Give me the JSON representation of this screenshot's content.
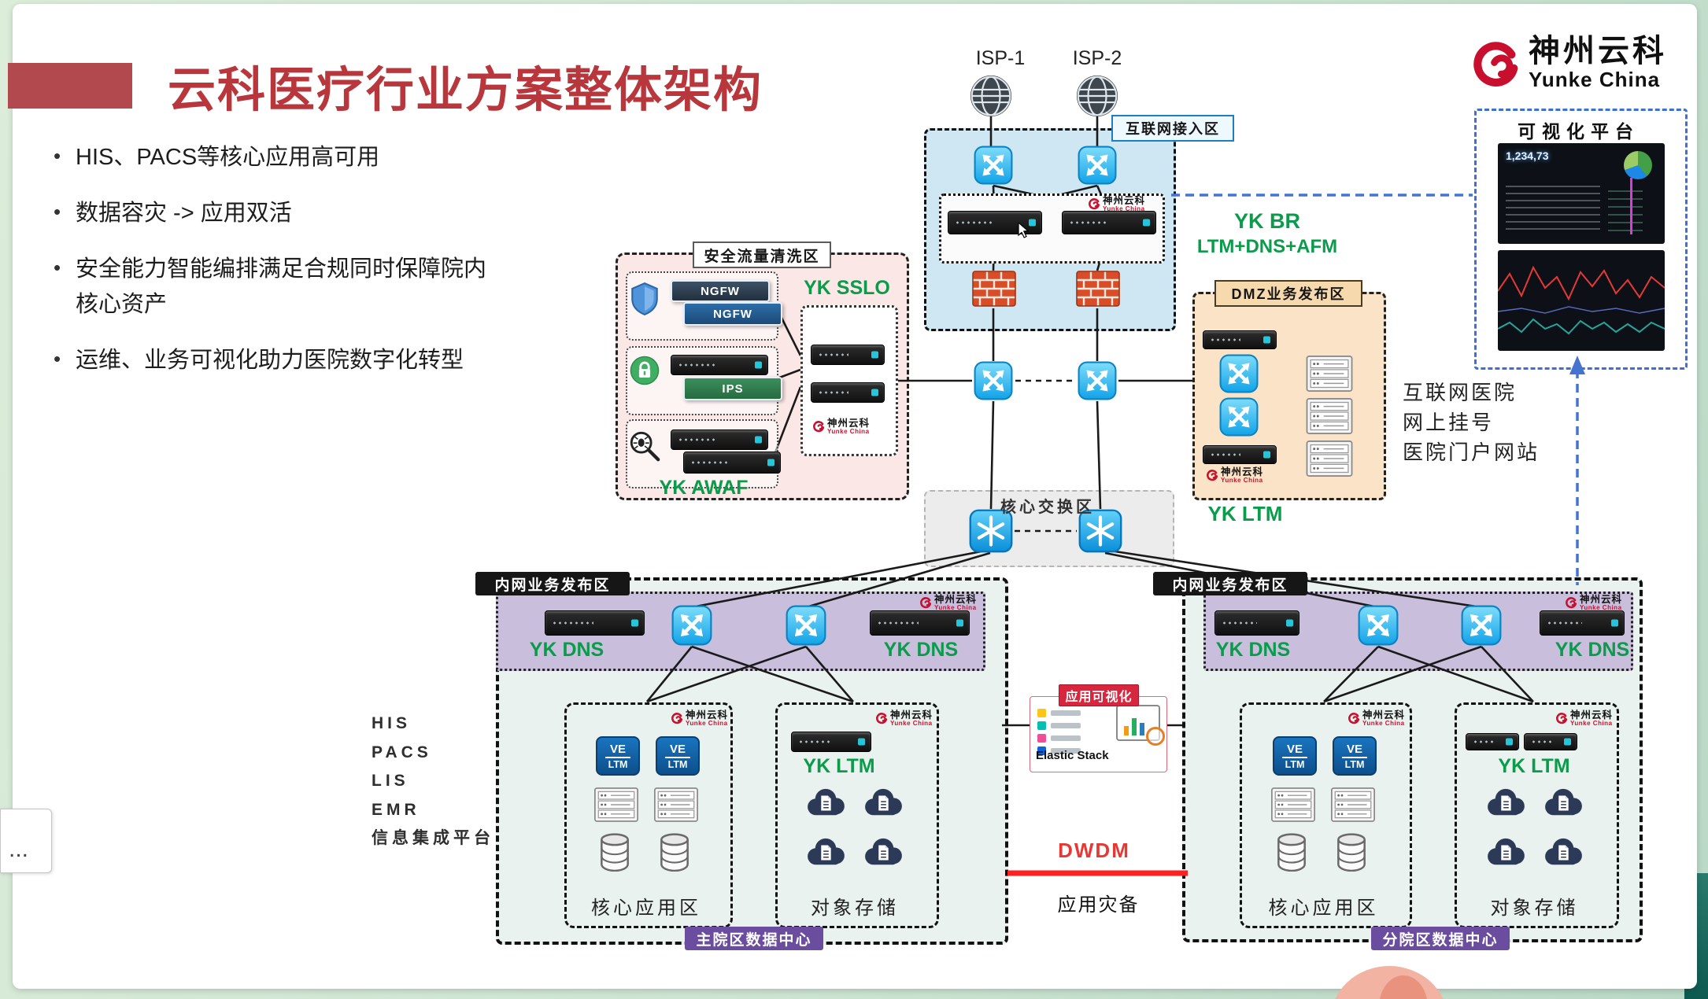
{
  "slide": {
    "title": "云科医疗行业方案整体架构"
  },
  "brand": {
    "cn": "神州云科",
    "en": "Yunke China"
  },
  "bullets": [
    "HIS、PACS等核心应用高可用",
    "数据容灾 -> 应用双活",
    "安全能力智能编排满足合规同时保障院内核心资产",
    "运维、业务可视化助力医院数字化转型"
  ],
  "isp": {
    "one": "ISP-1",
    "two": "ISP-2"
  },
  "zones": {
    "internet": "互联网接入区",
    "clean": "安全流量清洗区",
    "dmz": "DMZ业务发布区",
    "core": "核心交换区",
    "intranet": "内网业务发布区",
    "dc_main": "主院区数据中心",
    "dc_branch": "分院区数据中心",
    "core_app": "核心应用区",
    "object_storage": "对象存储",
    "visual": "可视化平台"
  },
  "products": {
    "yk_br": "YK BR",
    "yk_br_sub": "LTM+DNS+AFM",
    "yk_sslo": "YK SSLO",
    "yk_awaf": "YK AWAF",
    "yk_ltm": "YK LTM",
    "yk_dns": "YK DNS",
    "ngfw": "NGFW",
    "ips": "IPS",
    "ve": "VE",
    "ltm": "LTM"
  },
  "dmz_services": [
    "互联网医院",
    "网上挂号",
    "医院门户网站"
  ],
  "systems": [
    "HIS",
    "PACS",
    "LIS",
    "EMR",
    "信息集成平台"
  ],
  "dr": {
    "dwdm": "DWDM",
    "label": "应用灾备"
  },
  "elastic": {
    "title": "应用可视化",
    "caption": "Elastic Stack"
  },
  "dashboard": {
    "metric": "1,234,73"
  },
  "misc": {
    "ellipsis": "..."
  }
}
